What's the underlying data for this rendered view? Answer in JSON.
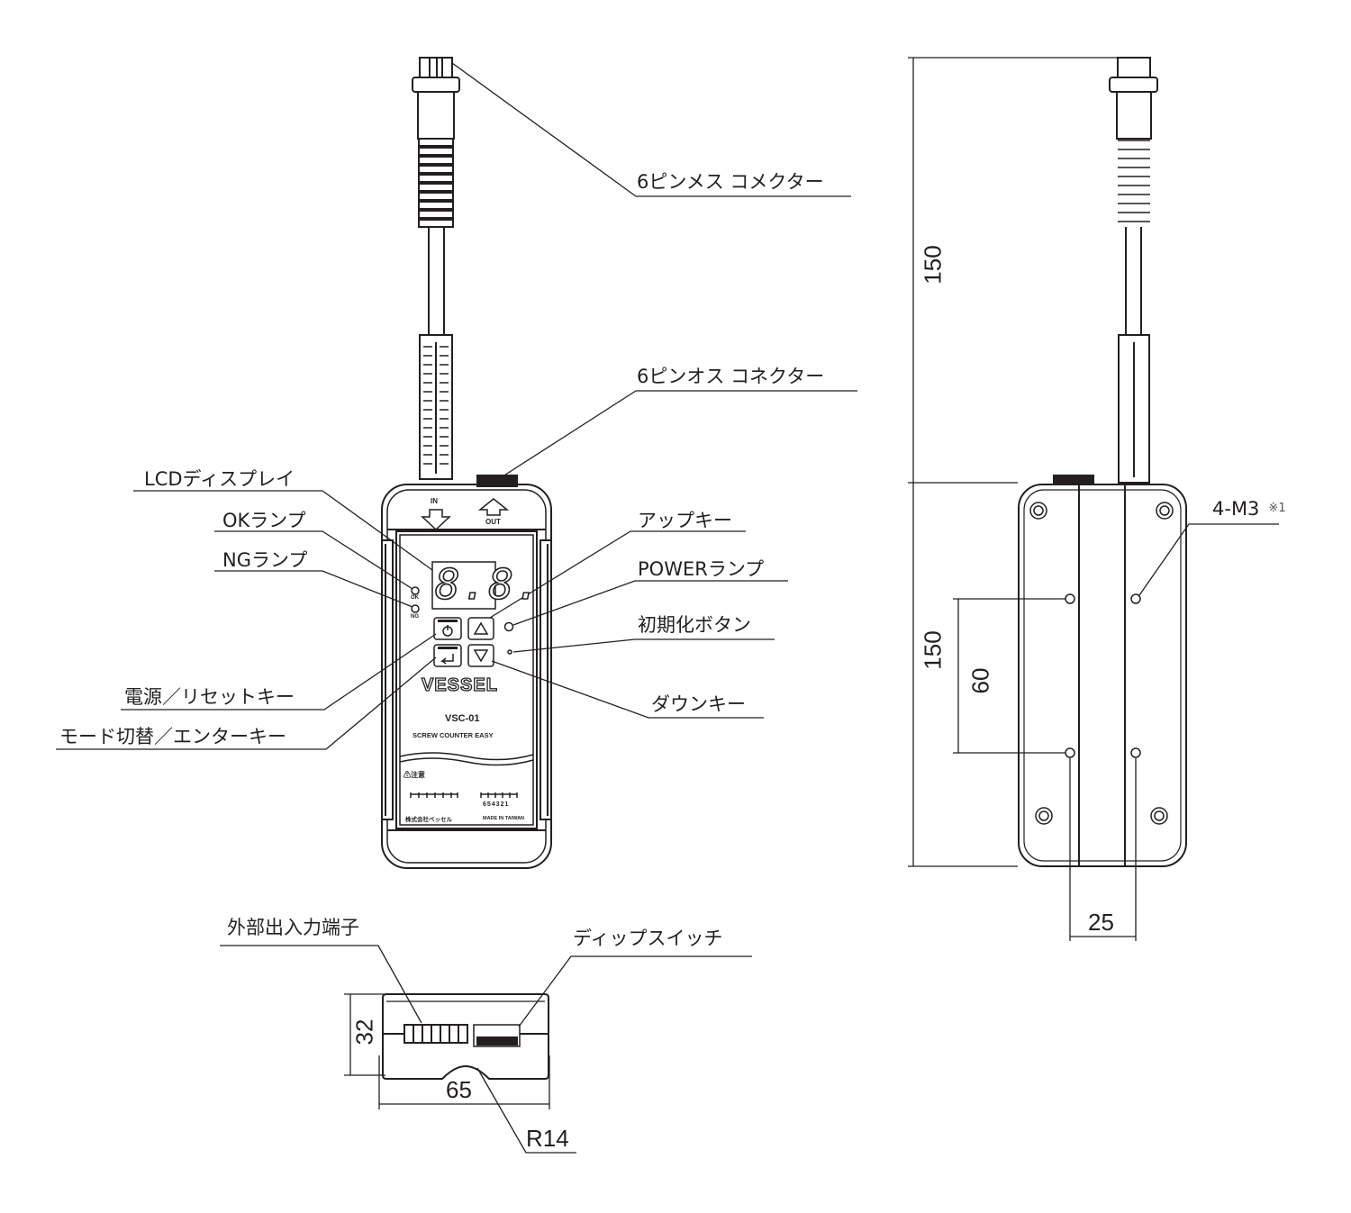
{
  "front_view": {
    "callouts": {
      "female_connector": "6ピンメス コメクター",
      "male_connector": "6ピンオス コネクター",
      "lcd_display": "LCDディスプレイ",
      "ok_lamp": "OKランプ",
      "ng_lamp": "NGランプ",
      "up_key": "アップキー",
      "power_lamp": "POWERランプ",
      "init_button": "初期化ボタン",
      "power_reset_key": "電源／リセットキー",
      "mode_enter_key": "モード切替／エンターキー",
      "down_key": "ダウンキー"
    },
    "device_markings": {
      "in_arrow": "IN",
      "out_arrow": "OUT",
      "ok_mark": "OK",
      "ng_mark": "NG",
      "display_value": "8.8.",
      "brand": "VESSEL",
      "model": "VSC-01",
      "product_name": "SCREW COUNTER EASY",
      "caution": "⚠注意",
      "maker": "株式会社ベッセル",
      "made_in": "MADE IN TAIWAN",
      "dip_numbers": "654321"
    }
  },
  "side_view": {
    "callouts": {
      "io_terminal": "外部出入力端子",
      "dip_switch": "ディップスイッチ"
    },
    "dimensions": {
      "height": "32",
      "width": "65",
      "radius": "R14"
    }
  },
  "rear_view": {
    "dimensions": {
      "cable_length": "150",
      "body_length": "150",
      "hole_pitch_vertical": "60",
      "hole_pitch_horizontal": "25"
    },
    "callouts": {
      "mount_holes": "4-M3",
      "mount_holes_note": "※1"
    }
  }
}
